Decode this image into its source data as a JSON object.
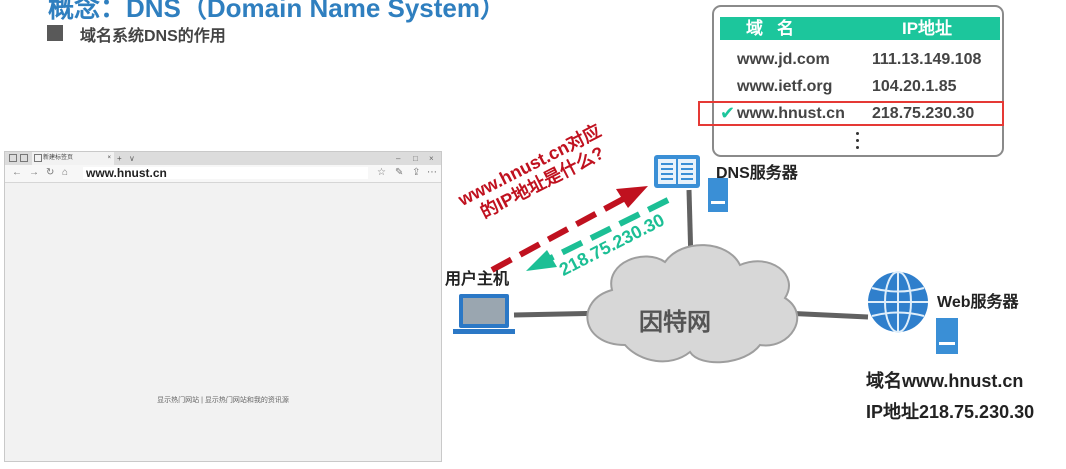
{
  "header": {
    "top_title": "概念：DNS（Domain Name System）",
    "section_title": "域名系统DNS的作用"
  },
  "browser": {
    "tab_title": "新建标签页",
    "tab_close": "×",
    "tab_new": "+",
    "tab_more": "∨",
    "window_min": "–",
    "window_max": "□",
    "window_close": "×",
    "address": "www.hnust.cn",
    "content_hint": "显示热门网站 | 显示热门网站和我的资讯源"
  },
  "dns_table": {
    "header_domain": "域名",
    "header_ip": "IP地址",
    "rows": [
      {
        "domain": "www.jd.com",
        "ip": "111.13.149.108"
      },
      {
        "domain": "www.ietf.org",
        "ip": "104.20.1.85"
      },
      {
        "domain": "www.hnust.cn",
        "ip": "218.75.230.30"
      }
    ],
    "check_mark": "✔"
  },
  "labels": {
    "dns_server": "DNS服务器",
    "user_host": "用户主机",
    "internet": "因特网",
    "web_server": "Web服务器",
    "web_domain": "域名www.hnust.cn",
    "web_ip": "IP地址218.75.230.30"
  },
  "arrows": {
    "query_line1": "www.hnust.cn对应",
    "query_line2": "的IP地址是什么?",
    "reply": "218.75.230.30"
  },
  "colors": {
    "accent_green": "#1cc69c",
    "query_red": "#c0111f",
    "highlight_red": "#e53935",
    "title_blue": "#2f7fbf",
    "server_blue": "#3a8fd6"
  },
  "icons": [
    "server-icon",
    "laptop-icon",
    "globe-icon",
    "cloud-icon",
    "check-icon"
  ]
}
